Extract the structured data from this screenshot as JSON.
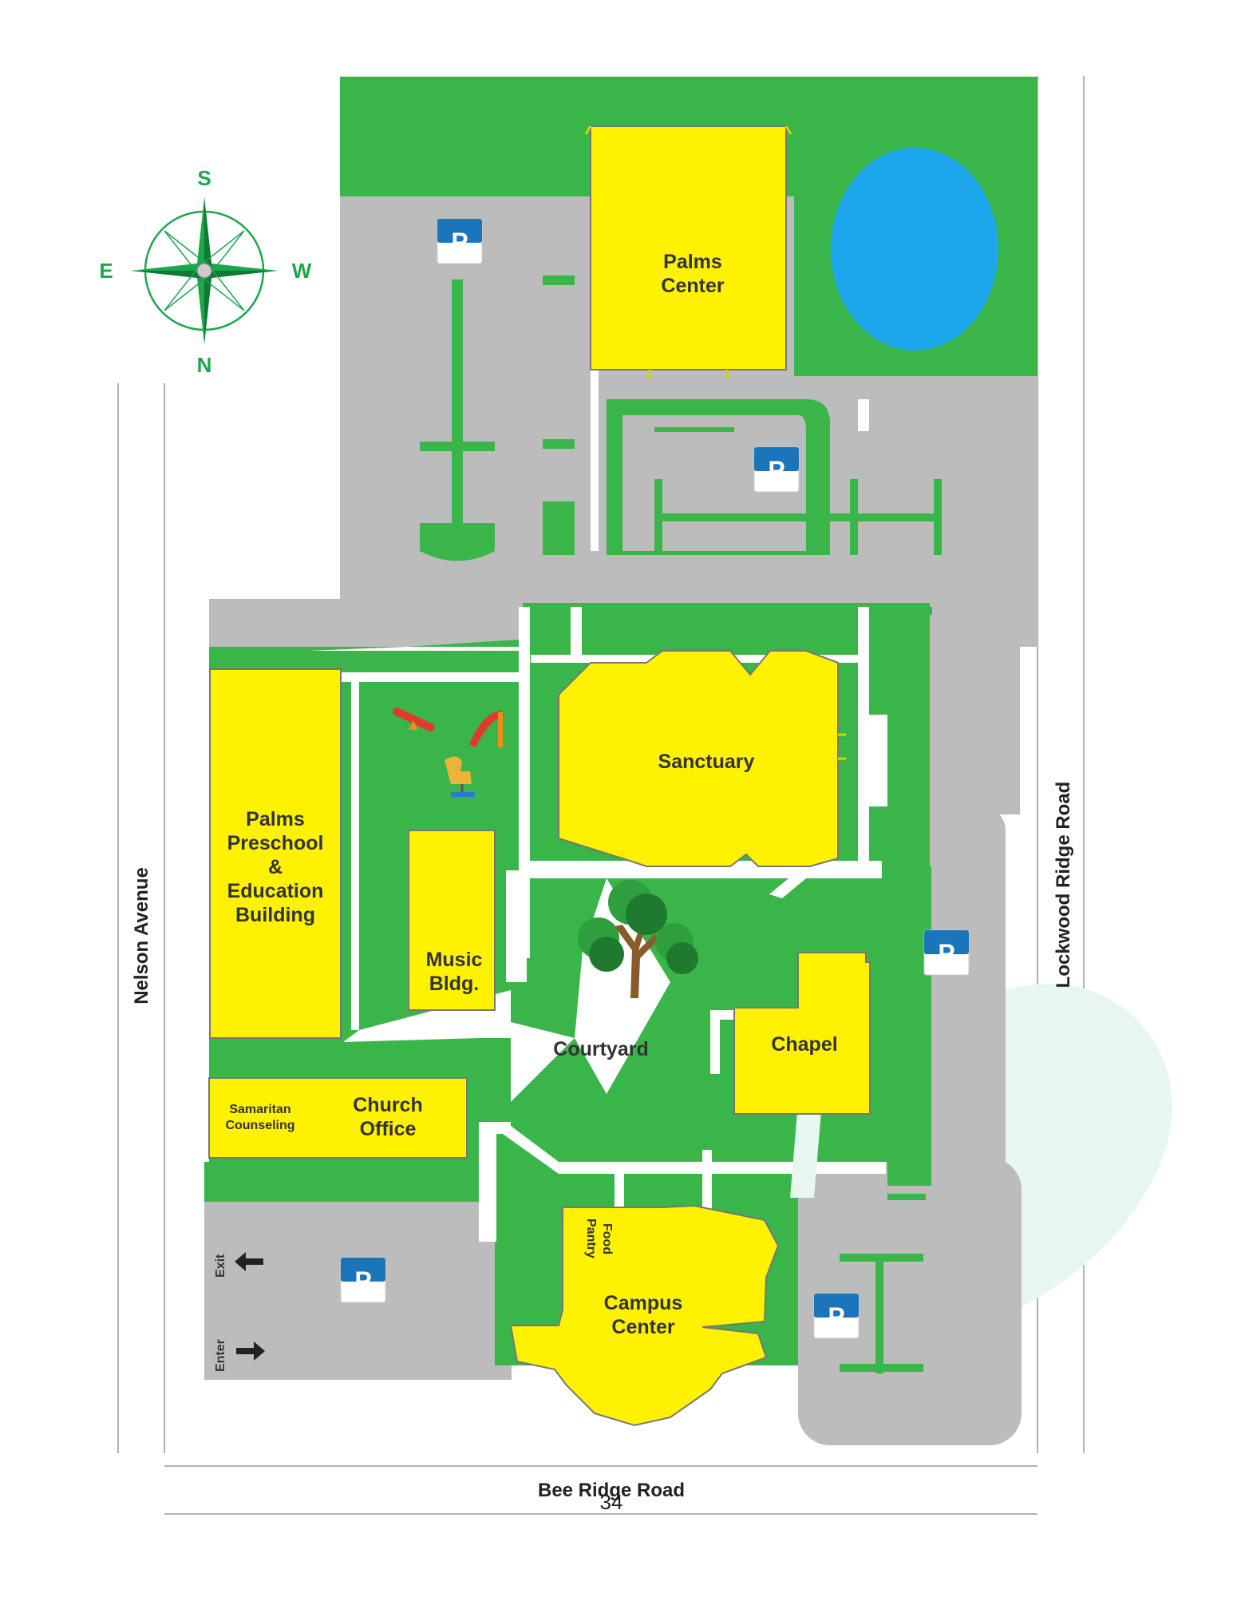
{
  "roads": {
    "left": "Nelson Avenue",
    "right": "Lockwood Ridge Road",
    "bottom": "Bee Ridge Road"
  },
  "compass": {
    "top": "S",
    "bottom": "N",
    "left": "E",
    "right": "W"
  },
  "buildings": {
    "palms_center": [
      "Palms",
      "Center"
    ],
    "sanctuary": "Sanctuary",
    "preschool": [
      "Palms",
      "Preschool",
      "&",
      "Education",
      "Building"
    ],
    "music": [
      "Music",
      "Bldg."
    ],
    "courtyard": "Courtyard",
    "chapel": "Chapel",
    "church_office": [
      "Church",
      "Office"
    ],
    "samaritan": [
      "Samaritan",
      "Counseling"
    ],
    "campus_center": [
      "Campus",
      "Center"
    ],
    "food_pantry": [
      "Food",
      "Pantry"
    ]
  },
  "parking": {
    "symbol": "P"
  },
  "entry": {
    "exit": "Exit",
    "enter": "Enter"
  },
  "page_number": "34",
  "colors": {
    "grass": "#3ab54a",
    "pavement": "#bcbcbc",
    "building": "#fff200",
    "water": "#1ca7ec",
    "parking_sign": "#1b75bb",
    "compass": "#1aa84b"
  }
}
